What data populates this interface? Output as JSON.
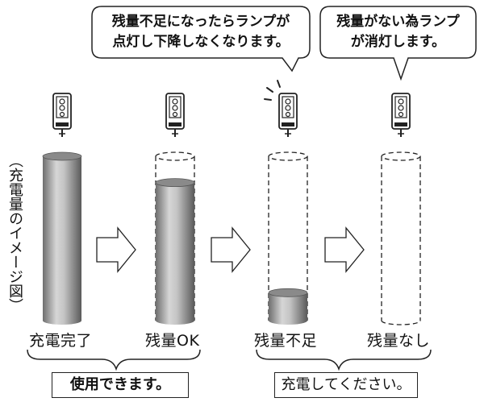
{
  "bubbles": {
    "low": {
      "line1": "残量不足になったらランプが",
      "line2": "点灯し下降しなくなります。"
    },
    "empty": {
      "line1": "残量がない為ランプ",
      "line2": "が消灯します。"
    }
  },
  "vertical_label": "（充電量のイメージ図）",
  "stages": [
    {
      "label": "充電完了",
      "fill_fraction": 1.0
    },
    {
      "label": "残量OK",
      "fill_fraction": 0.84
    },
    {
      "label": "残量不足",
      "fill_fraction": 0.17
    },
    {
      "label": "残量なし",
      "fill_fraction": 0.0
    }
  ],
  "lamp_on_stage": "残量不足",
  "groups": {
    "usable": "使用できます。",
    "charge": "充電してください。"
  }
}
